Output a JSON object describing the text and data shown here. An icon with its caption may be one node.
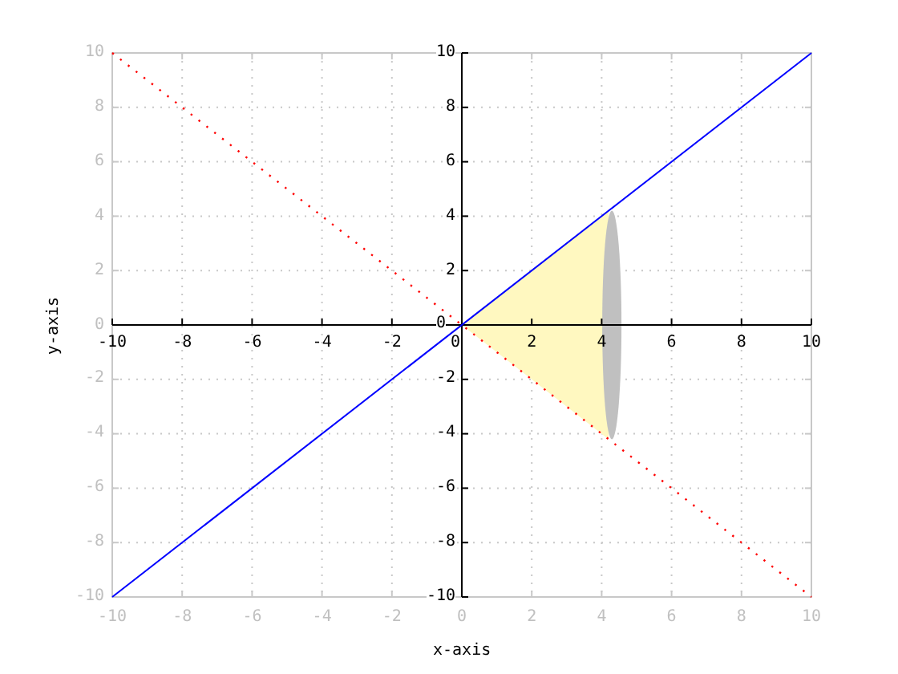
{
  "diagram": {
    "chart_data": {
      "type": "line",
      "xlabel": "x-axis",
      "ylabel": "y-axis",
      "x": [
        -10,
        10
      ],
      "series": [
        {
          "color": "#0000ff",
          "values": [
            -10,
            10
          ]
        },
        {
          "color": "#ff0000",
          "line_style": "dotted",
          "values": [
            10,
            -10
          ]
        }
      ],
      "grid": true,
      "xlim": [
        -10,
        10
      ],
      "ylim": [
        -10,
        10
      ],
      "xticks": [
        -10,
        -8,
        -6,
        -4,
        -2,
        0,
        2,
        4,
        6,
        8,
        10
      ],
      "yticks": [
        -10,
        -8,
        -6,
        -4,
        -2,
        0,
        2,
        4,
        6,
        8,
        10
      ]
    },
    "labels": [
      "-10",
      "-8",
      "-6",
      "-4",
      "-2",
      "0",
      "2",
      "4",
      "6",
      "8",
      "10",
      "10",
      "8",
      "6",
      "4",
      "2",
      "0",
      "-2",
      "-4",
      "-6",
      "-8",
      "-10"
    ]
  }
}
